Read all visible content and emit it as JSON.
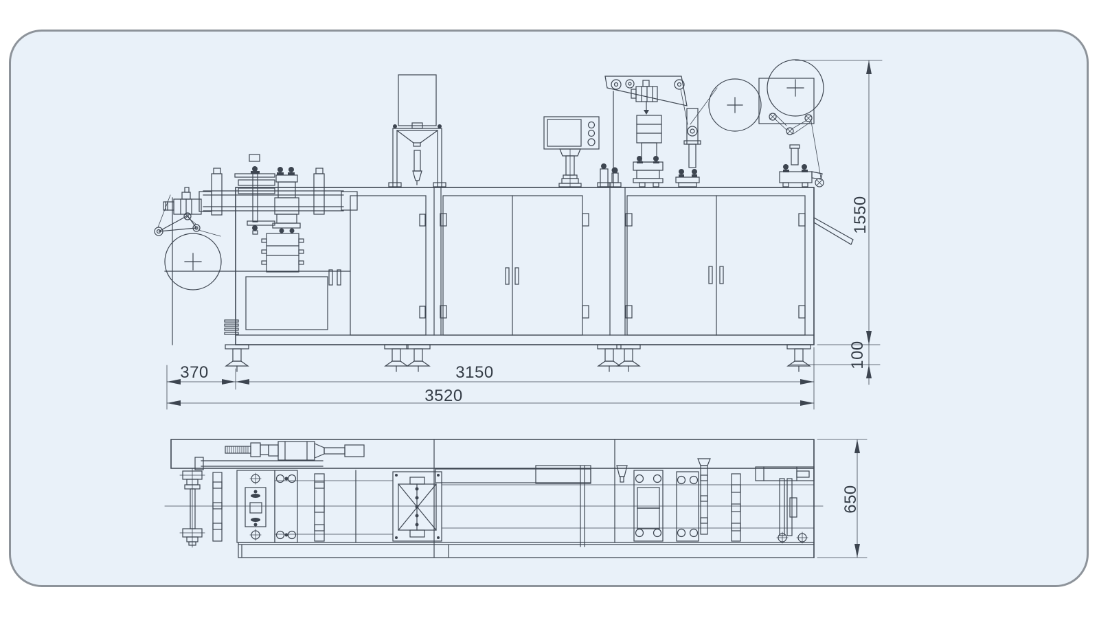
{
  "colors": {
    "page_background": "#ffffff",
    "panel_background": "#e9f1f9",
    "panel_border": "#8d939a",
    "line_color": "#3d4550",
    "text_color": "#343c46"
  },
  "front_view": {
    "dim_left_offset": "370",
    "dim_body_length": "3150",
    "dim_overall_length": "3520",
    "dim_height": "1550",
    "dim_foot_height": "100"
  },
  "top_view": {
    "dim_depth": "650"
  }
}
